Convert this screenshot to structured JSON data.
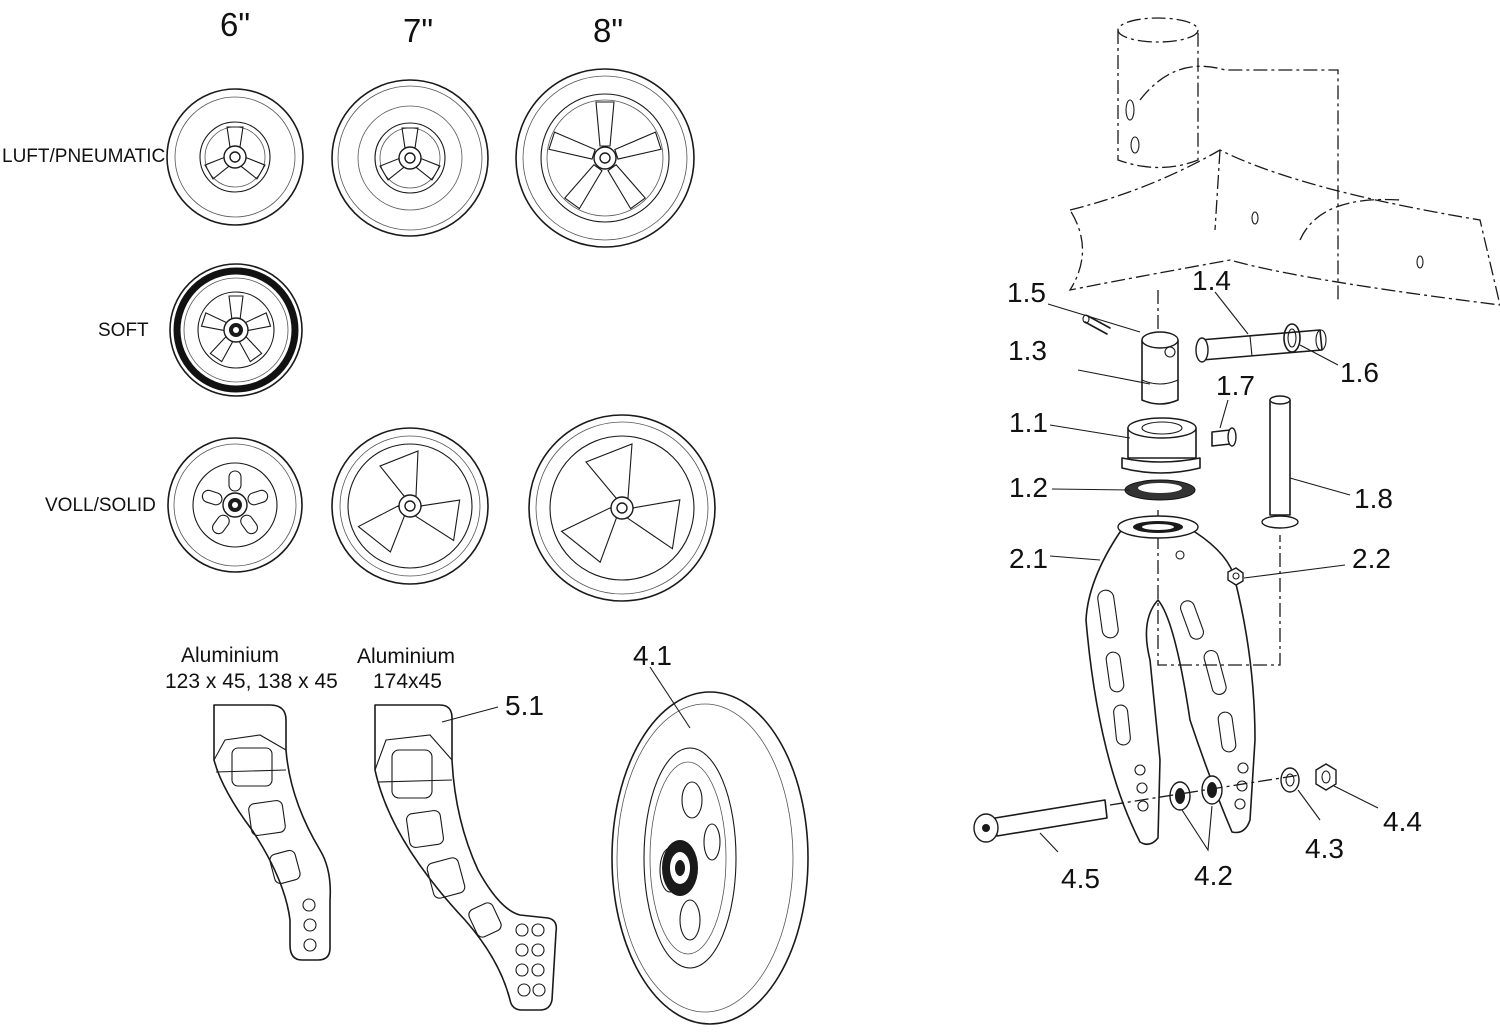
{
  "wheel_sizes": {
    "s6": "6\"",
    "s7": "7\"",
    "s8": "8\""
  },
  "wheel_types": {
    "pneumatic": "LUFT/PNEUMATIC",
    "soft": "SOFT",
    "solid": "VOLL/SOLID"
  },
  "forks": {
    "short": {
      "material": "Aluminium",
      "sizes": "123 x 45, 138 x 45"
    },
    "long": {
      "material": "Aluminium",
      "sizes": "174x45"
    }
  },
  "parts": {
    "p1_1": "1.1",
    "p1_2": "1.2",
    "p1_3": "1.3",
    "p1_4": "1.4",
    "p1_5": "1.5",
    "p1_6": "1.6",
    "p1_7": "1.7",
    "p1_8": "1.8",
    "p2_1": "2.1",
    "p2_2": "2.2",
    "p4_1": "4.1",
    "p4_2": "4.2",
    "p4_3": "4.3",
    "p4_4": "4.4",
    "p4_5": "4.5",
    "p5_1": "5.1"
  }
}
